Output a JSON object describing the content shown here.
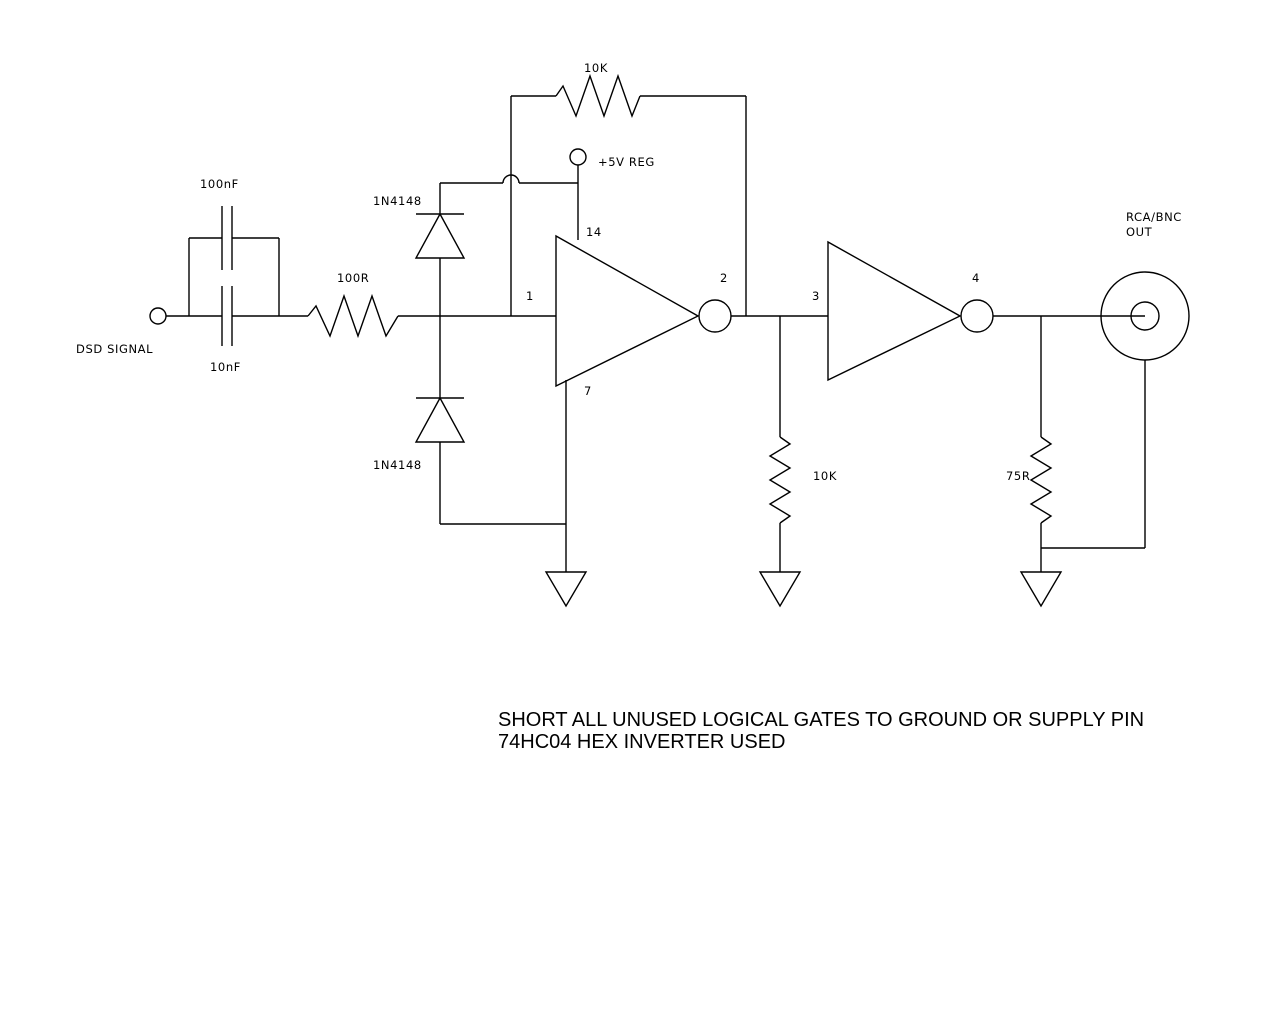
{
  "labels": {
    "input": "DSD SIGNAL",
    "cap_100n": "100nF",
    "cap_10n": "10nF",
    "r_series": "100R",
    "diode_top": "1N4148",
    "diode_bottom": "1N4148",
    "r_feedback": "10K",
    "supply": "+5V REG",
    "pin14": "14",
    "pin1": "1",
    "pin7": "7",
    "pin2": "2",
    "pin3": "3",
    "pin4": "4",
    "r_pulldown": "10K",
    "r_term": "75R",
    "out_line1": "RCA/BNC",
    "out_line2": "OUT"
  },
  "notes": {
    "line1": "SHORT ALL UNUSED LOGICAL GATES TO GROUND OR SUPPLY PIN",
    "line2": "74HC04 HEX INVERTER USED"
  }
}
